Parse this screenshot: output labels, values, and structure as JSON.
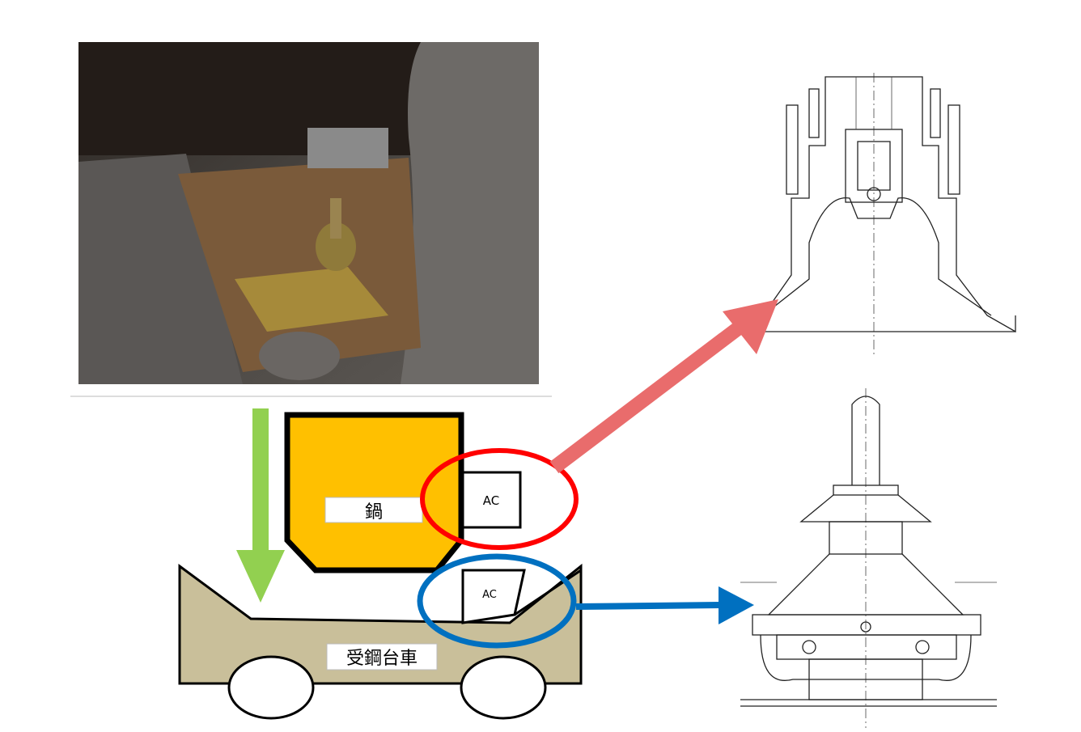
{
  "labels": {
    "ladle": "鍋",
    "ac_upper": "AC",
    "ac_lower": "AC",
    "cart": "受鋼台車"
  },
  "colors": {
    "ladle_fill": "#ffc000",
    "cart_fill": "#c9bf9a",
    "green_arrow": "#92d050",
    "red_arrow": "#e96c6c",
    "red_ellipse": "#ff0000",
    "blue": "#0070c0"
  }
}
